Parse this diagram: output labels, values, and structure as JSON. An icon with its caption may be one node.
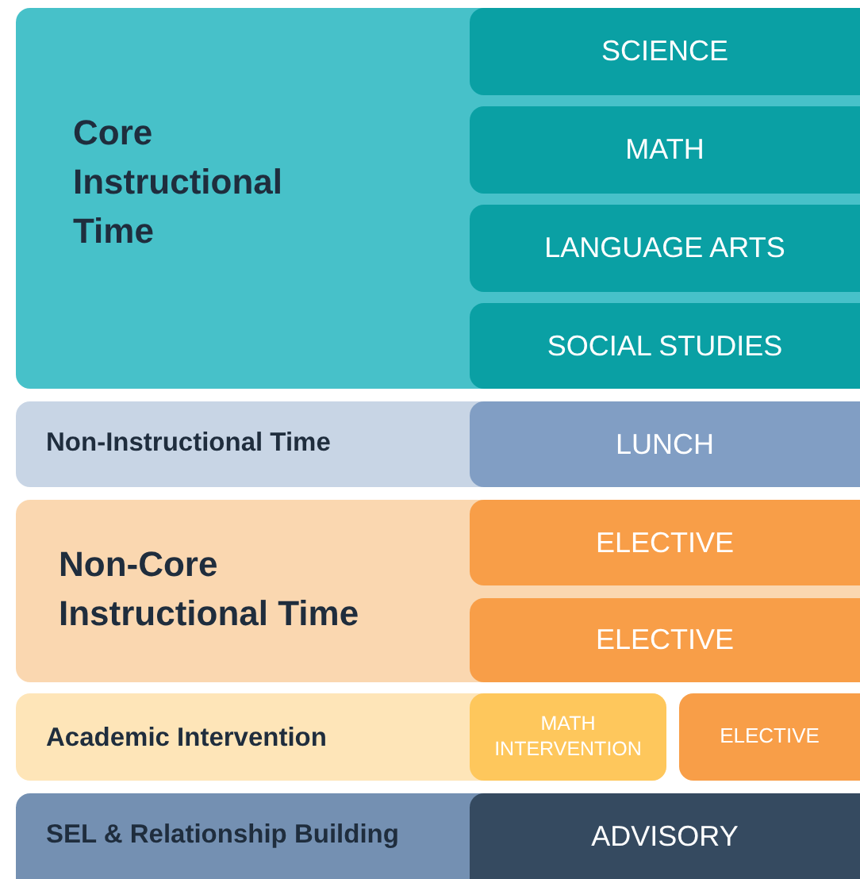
{
  "diagram": {
    "nodes": [
      {
        "text": [
          "Core Instructional Time"
        ]
      },
      {
        "text": [
          "SCIENCE"
        ],
        "in": 0
      },
      {
        "text": [
          "MATH"
        ],
        "in": 0
      },
      {
        "text": [
          "LANGUAGE ARTS"
        ],
        "in": 0
      },
      {
        "text": [
          "SOCIAL STUDIES"
        ],
        "in": 0
      },
      {
        "text": [
          "Non-Instructional Time"
        ]
      },
      {
        "text": [
          "LUNCH"
        ],
        "in": 5
      },
      {
        "text": [
          "Non-Core Instructional Time"
        ]
      },
      {
        "text": [
          "ELECTIVE"
        ],
        "in": 7
      },
      {
        "text": [
          "ELECTIVE"
        ],
        "in": 7
      },
      {
        "text": [
          "Academic Intervention"
        ]
      },
      {
        "text": [
          "MATH INTERVENTION"
        ],
        "in": 10
      },
      {
        "text": [
          "ELECTIVE"
        ]
      },
      {
        "text": [
          "SEL & Relationship Building"
        ]
      },
      {
        "text": [
          "ADVISORY"
        ],
        "in": 13
      }
    ]
  }
}
